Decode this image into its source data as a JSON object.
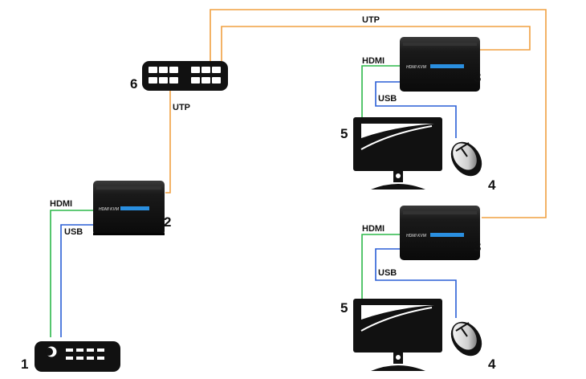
{
  "labels": {
    "utp_top": "UTP",
    "utp_mid": "UTP",
    "hdmi_tx": "HDMI",
    "usb_tx": "USB",
    "hdmi_rx1": "HDMI",
    "usb_rx1": "USB",
    "hdmi_rx2": "HDMI",
    "usb_rx2": "USB"
  },
  "numbers": {
    "source": "1",
    "transmitter": "2",
    "receiver_a": "3",
    "receiver_b": "3",
    "mouse_a": "4",
    "mouse_b": "4",
    "monitor_a": "5",
    "monitor_b": "5",
    "switch": "6"
  },
  "device_labels": {
    "transmitter": "HDMI KVM",
    "receiver_a": "HDMI KVM",
    "receiver_b": "HDMI KVM"
  },
  "colors": {
    "utp": "#f0a040",
    "hdmi": "#2db84a",
    "usb": "#2a5fd6",
    "device": "#141414",
    "accent": "#2a8fe0"
  },
  "icons": {
    "switch": "network-switch-icon",
    "source": "dvr-icon",
    "monitor": "monitor-icon",
    "mouse": "mouse-icon"
  }
}
